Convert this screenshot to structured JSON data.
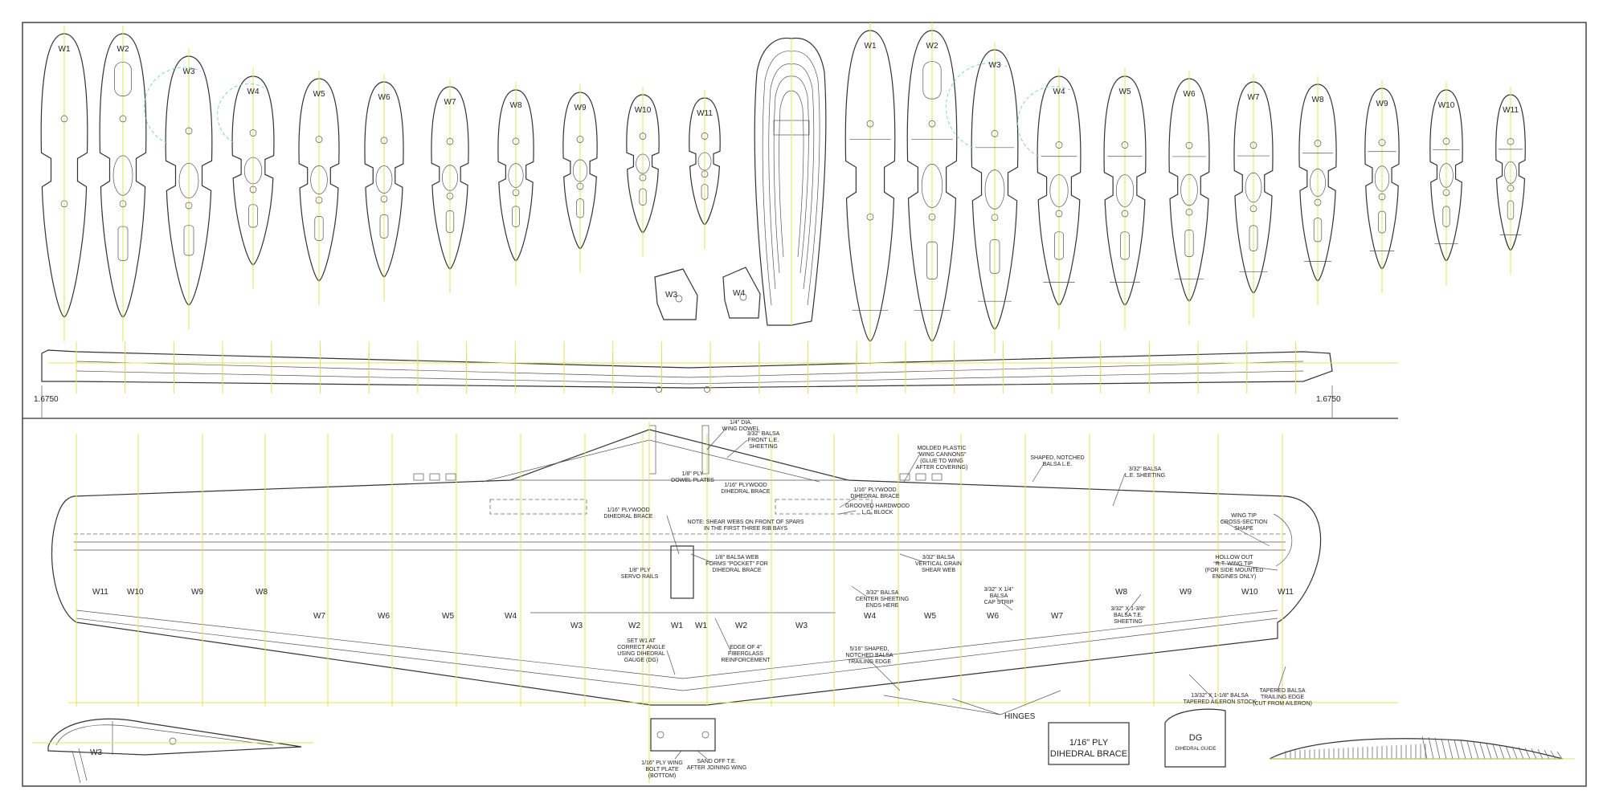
{
  "ribs_left": [
    "W1",
    "W2",
    "W3",
    "W4",
    "W5",
    "W6",
    "W7",
    "W8",
    "W9",
    "W10",
    "W11"
  ],
  "ribs_right": [
    "W1",
    "W2",
    "W3",
    "W4",
    "W5",
    "W6",
    "W7",
    "W8",
    "W9",
    "W10",
    "W11"
  ],
  "small_templates": [
    "W3",
    "W4"
  ],
  "dimension": "1.6750",
  "plan_ribs_left": [
    "W11",
    "W10",
    "W9",
    "W8",
    "W7",
    "W6",
    "W5",
    "W4",
    "W3",
    "W2",
    "W1"
  ],
  "plan_ribs_right": [
    "W1",
    "W2",
    "W3",
    "W4",
    "W5",
    "W6",
    "W7",
    "W8",
    "W9",
    "W10",
    "W11"
  ],
  "notes": {
    "n1": [
      "1/4\" DIA.",
      "WING DOWEL"
    ],
    "n2": [
      "3/32\" BALSA",
      "FRONT L.E.",
      "SHEETING"
    ],
    "n3": [
      "1/8\" PLY",
      "DOWEL PLATES"
    ],
    "n4": [
      "MOLDED PLASTIC",
      "\"WING CANNONS\"",
      "(GLUE TO WING",
      "AFTER COVERING)"
    ],
    "n5": [
      "SHAPED, NOTCHED",
      "BALSA L.E."
    ],
    "n6": [
      "3/32\" BALSA",
      "L.E. SHEETING"
    ],
    "n7": [
      "1/16\" PLYWOOD",
      "DIHEDRAL BRACE"
    ],
    "n8": [
      "1/16\" PLYWOOD",
      "DIHEDRAL BRACE"
    ],
    "n9": [
      "GROOVED HARDWOOD",
      "L.G. BLOCK"
    ],
    "n10": [
      "1/16\" PLYWOOD",
      "DIHEDRAL BRACE"
    ],
    "n11": [
      "NOTE: SHEAR WEBS ON FRONT OF SPARS",
      "IN THE FIRST THREE RIB BAYS"
    ],
    "n12": [
      "WING TIP",
      "CROSS-SECTION",
      "SHAPE"
    ],
    "n13": [
      "1/8\" BALSA WEB",
      "FORMS \"POCKET\" FOR",
      "DIHEDRAL BRACE"
    ],
    "n14": [
      "3/32\" BALSA",
      "VERTICAL GRAIN",
      "SHEAR WEB"
    ],
    "n15": [
      "HOLLOW OUT",
      "R.T. WING TIP",
      "(FOR SIDE MOUNTED",
      "ENGINES ONLY)"
    ],
    "n16": [
      "1/8\" PLY",
      "SERVO RAILS"
    ],
    "n17": [
      "3/32\" BALSA",
      "CENTER SHEETING",
      "ENDS HERE"
    ],
    "n18": [
      "3/32\" X 1/4\"",
      "BALSA",
      "CAP STRIP"
    ],
    "n19": [
      "3/32\" X 1-3/8\"",
      "BALSA T.E.",
      "SHEETING"
    ],
    "n20": [
      "SET W1 AT",
      "CORRECT ANGLE",
      "USING DIHEDRAL",
      "GAUGE (DG)"
    ],
    "n21": [
      "EDGE OF 4\"",
      "FIBERGLASS",
      "REINFORCEMENT"
    ],
    "n22": [
      "5/16\" SHAPED,",
      "NOTCHED BALSA",
      "TRAILING EDGE"
    ],
    "n23": [
      "TAPERED BALSA",
      "TRAILING EDGE",
      "(CUT FROM AILERON)"
    ],
    "n24": [
      "13/32\" X 1-1/8\" BALSA",
      "TAPERED AILERON STOCK"
    ],
    "n25": [
      "1/16\" PLY WING",
      "BOLT PLATE",
      "(BOTTOM)"
    ],
    "n26": [
      "SAND OFF T.E.",
      "AFTER JOINING WING"
    ]
  },
  "hinges": "HINGES",
  "brace_box": [
    "1/16\" PLY",
    "DIHEDRAL BRACE"
  ],
  "dg": {
    "title": "DG",
    "sub": "DIHEDRAL GUIDE"
  },
  "section_label": "W3"
}
